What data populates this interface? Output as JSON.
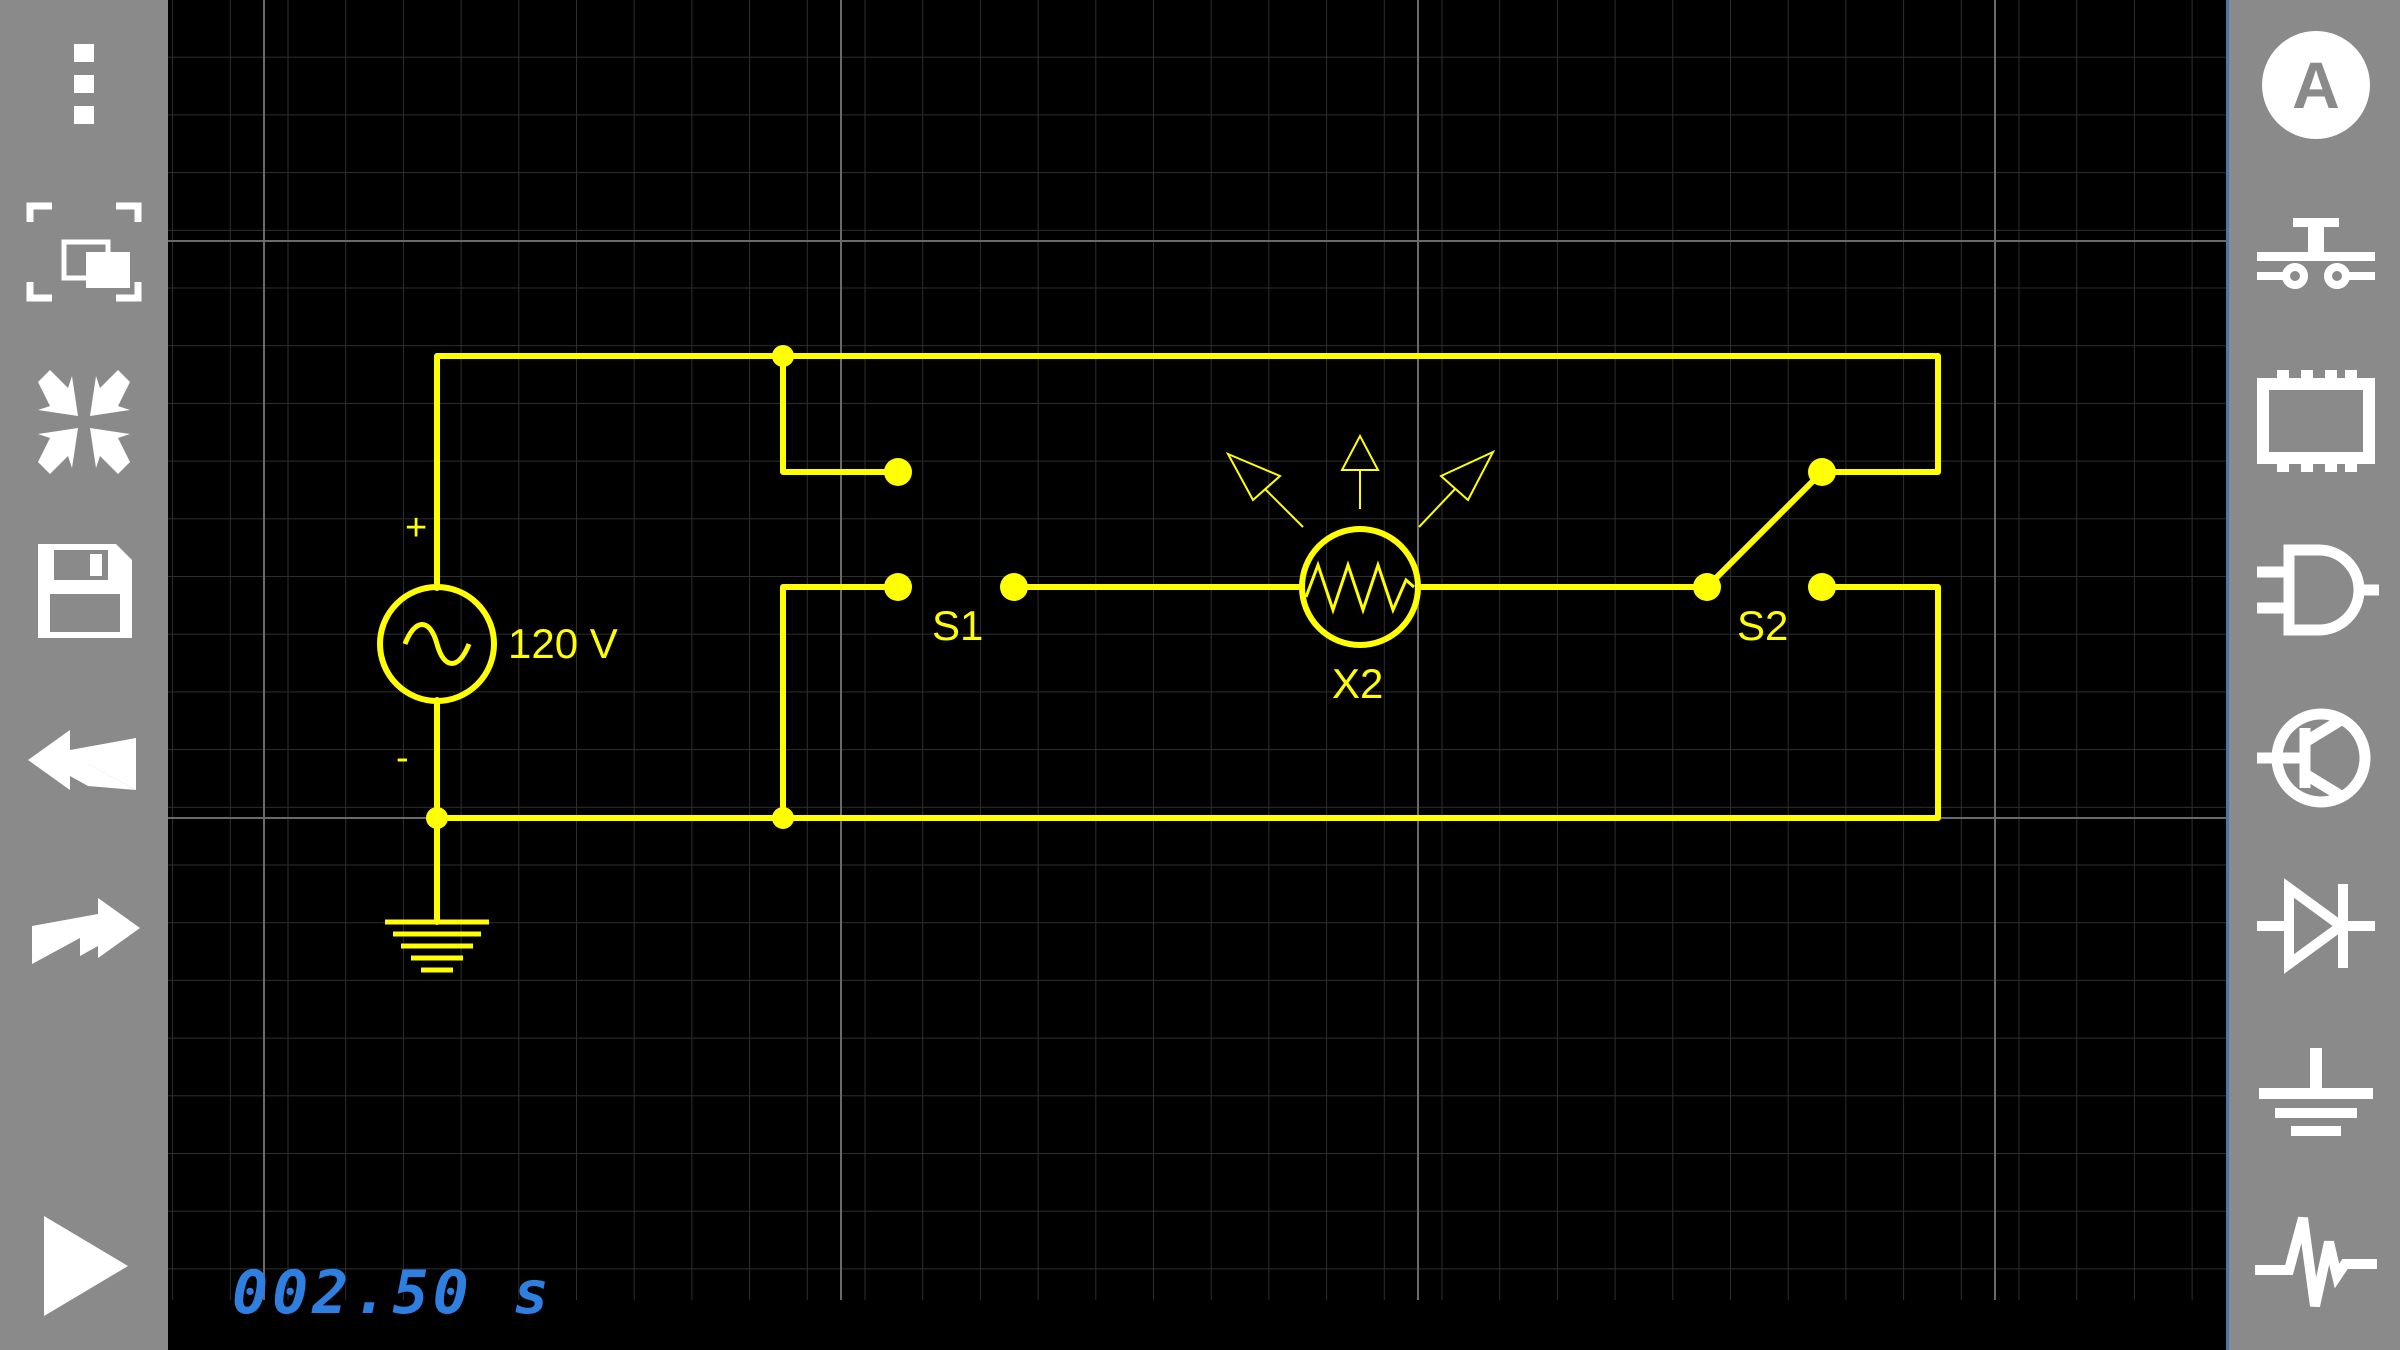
{
  "app": {
    "colors": {
      "wire": "#ffff00",
      "toolbar": "#8a8a8a",
      "icon": "#ffffff",
      "grid": "#3a3a3a",
      "grid_major": "#6a6a6a",
      "readout": "#2f7fe0"
    }
  },
  "left_toolbar": {
    "items": [
      {
        "icon": "overflow-menu-icon"
      },
      {
        "icon": "fit-screen-icon"
      },
      {
        "icon": "collapse-icon"
      },
      {
        "icon": "save-icon"
      },
      {
        "icon": "undo-icon"
      },
      {
        "icon": "redo-icon"
      },
      {
        "icon": "play-icon"
      }
    ]
  },
  "right_toolbar": {
    "items": [
      {
        "icon": "meter-icon"
      },
      {
        "icon": "switch-icon"
      },
      {
        "icon": "ic-chip-icon"
      },
      {
        "icon": "logic-gate-icon"
      },
      {
        "icon": "transistor-icon"
      },
      {
        "icon": "diode-icon"
      },
      {
        "icon": "ground-icon"
      },
      {
        "icon": "signal-icon"
      }
    ]
  },
  "circuit": {
    "source_label": "120 V",
    "source_plus": "+",
    "source_minus": "-",
    "switch1_label": "S1",
    "switch2_label": "S2",
    "lamp_label": "X2",
    "meter_letter": "A"
  },
  "status": {
    "time": "002.50 s"
  }
}
